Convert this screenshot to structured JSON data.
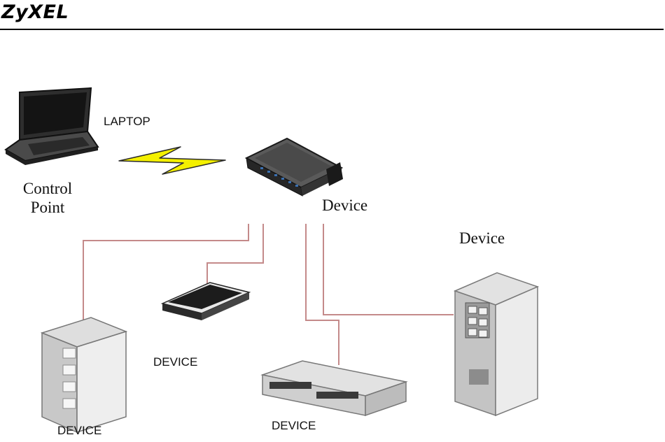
{
  "header": {
    "brand": "ZyXEL"
  },
  "colors": {
    "link_line": "#c48a8a",
    "wireless_bolt": "#f4f000",
    "bolt_outline": "#2a2a2a",
    "rule": "#000000"
  },
  "labels": {
    "laptop": "LAPTOP",
    "control_point_line1": "Control",
    "control_point_line2": "Point",
    "router": "Device",
    "tower_right": "Device",
    "device_left": "DEVICE",
    "device_scanner": "DEVICE",
    "device_center": "DEVICE"
  },
  "icons": [
    "laptop-icon",
    "wireless-bolt-icon",
    "router-icon",
    "scanner-icon",
    "tower-left-icon",
    "switch-icon",
    "tower-right-icon"
  ]
}
